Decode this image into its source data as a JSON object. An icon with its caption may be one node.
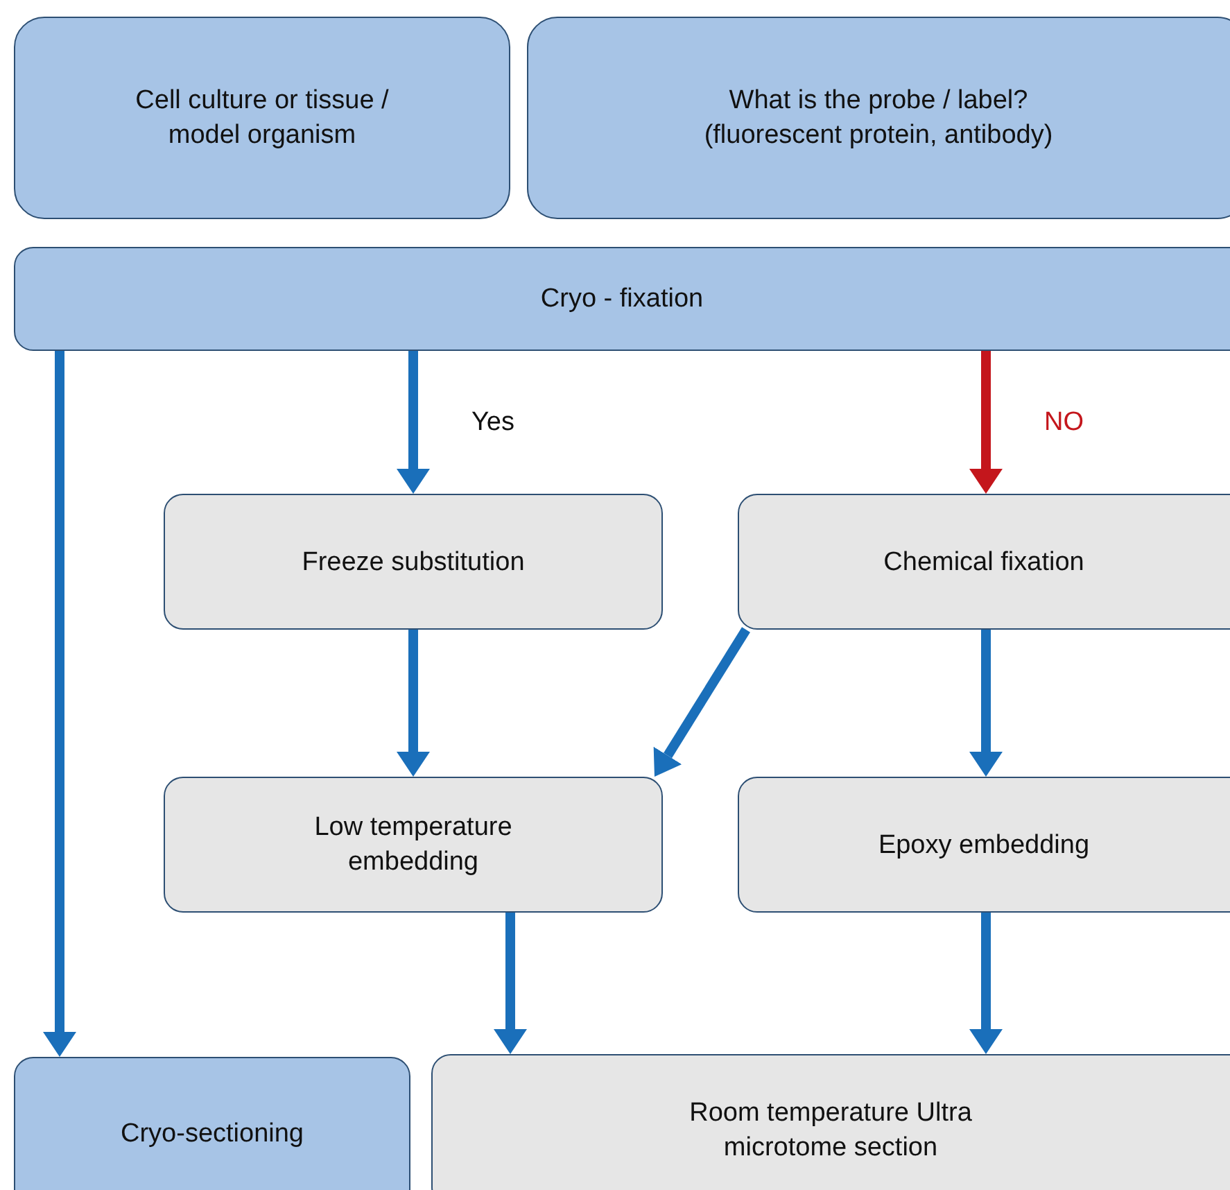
{
  "diagram": {
    "nodes": [
      {
        "text": [
          "Cell culture or tissue / model organism"
        ]
      },
      {
        "text": [
          "What is the probe / label? (fluorescent protein, antibody)"
        ]
      },
      {
        "text": [
          "Cryo - fixation"
        ]
      },
      {
        "text": [
          "Freeze substitution"
        ]
      },
      {
        "text": [
          "Chemical fixation"
        ]
      },
      {
        "text": [
          "Low temperature embedding"
        ]
      },
      {
        "text": [
          "Epoxy embedding"
        ]
      },
      {
        "text": [
          "Cryo-sectioning"
        ]
      },
      {
        "text": [
          "Room temperature Ultra microtome section"
        ]
      }
    ],
    "edges": [
      {
        "from": 2,
        "to": 7,
        "arrow": "to"
      },
      {
        "from": 2,
        "to": 3,
        "arrow": "to",
        "label": "Yes"
      },
      {
        "from": 2,
        "to": 4,
        "arrow": "to",
        "label": "NO",
        "color": "#c4161c"
      },
      {
        "from": 3,
        "to": 5,
        "arrow": "to"
      },
      {
        "from": 4,
        "to": 5,
        "arrow": "to"
      },
      {
        "from": 4,
        "to": 6,
        "arrow": "to"
      },
      {
        "from": 5,
        "to": 8,
        "arrow": "to"
      },
      {
        "from": 6,
        "to": 8,
        "arrow": "to"
      }
    ]
  }
}
